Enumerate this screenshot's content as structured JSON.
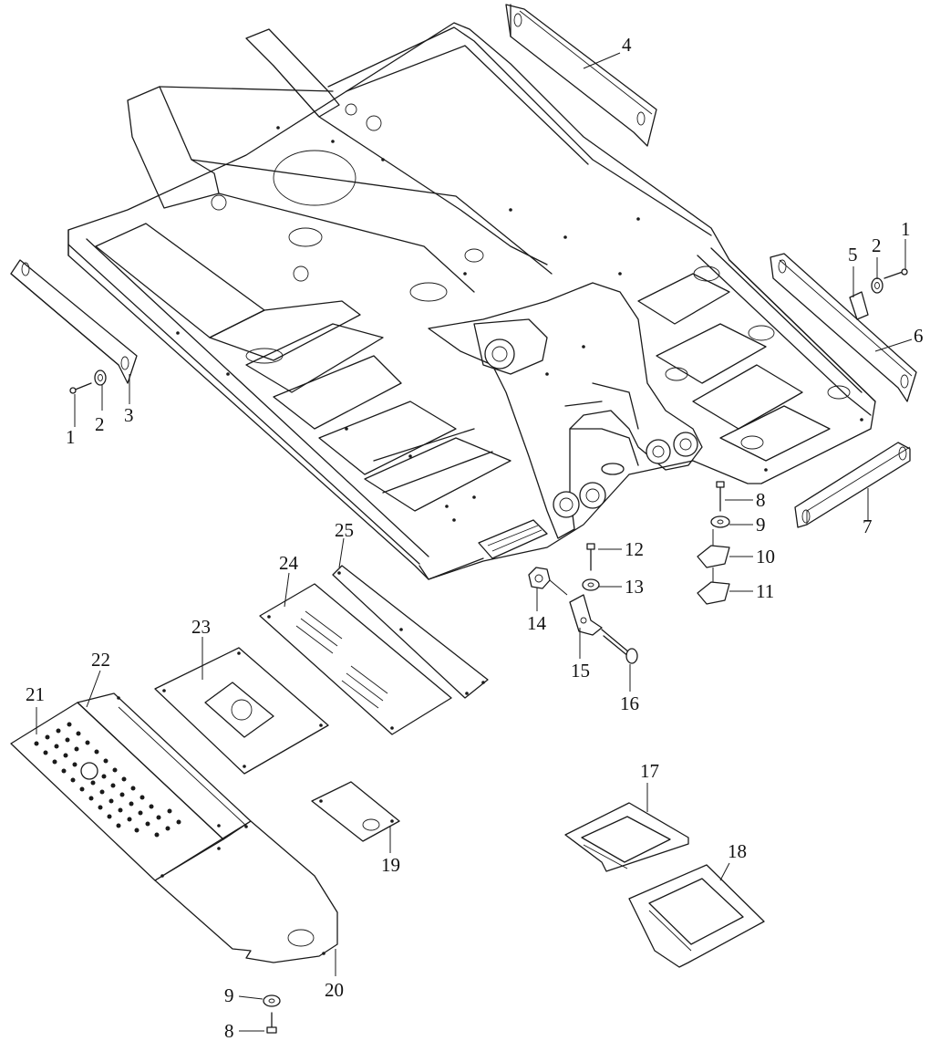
{
  "callouts": {
    "c1a": "1",
    "c2a": "2",
    "c3": "3",
    "c4": "4",
    "c1b": "1",
    "c2b": "2",
    "c5": "5",
    "c6": "6",
    "c7": "7",
    "c8a": "8",
    "c9a": "9",
    "c10": "10",
    "c11": "11",
    "c12": "12",
    "c13": "13",
    "c14": "14",
    "c15": "15",
    "c16": "16",
    "c17": "17",
    "c18": "18",
    "c19": "19",
    "c20": "20",
    "c21": "21",
    "c22": "22",
    "c23": "23",
    "c24": "24",
    "c25": "25",
    "c9b": "9",
    "c8b": "8"
  }
}
